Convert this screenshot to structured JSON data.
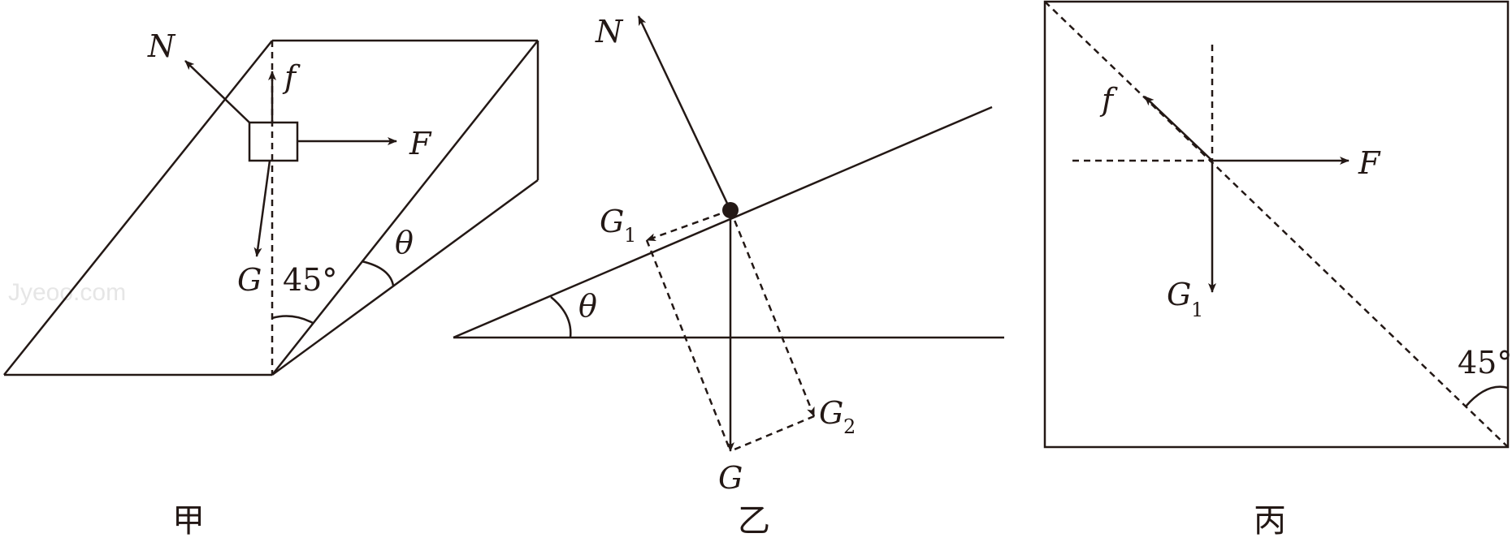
{
  "colors": {
    "ink": "#231815",
    "watermark": "#e6e6e6",
    "background": "#ffffff"
  },
  "watermark": "Jyeoo.com",
  "panel_jia": {
    "caption": "甲",
    "labels": {
      "N": "N",
      "f": "f",
      "F": "F",
      "G": "G",
      "angle45": "45°",
      "theta": "θ"
    }
  },
  "panel_yi": {
    "caption": "乙",
    "labels": {
      "N": "N",
      "G1": "G",
      "G1_sub": "1",
      "G2": "G",
      "G2_sub": "2",
      "G": "G",
      "theta": "θ"
    }
  },
  "panel_bing": {
    "caption": "丙",
    "labels": {
      "f": "f",
      "F": "F",
      "G1": "G",
      "G1_sub": "1",
      "angle45": "45°"
    }
  }
}
